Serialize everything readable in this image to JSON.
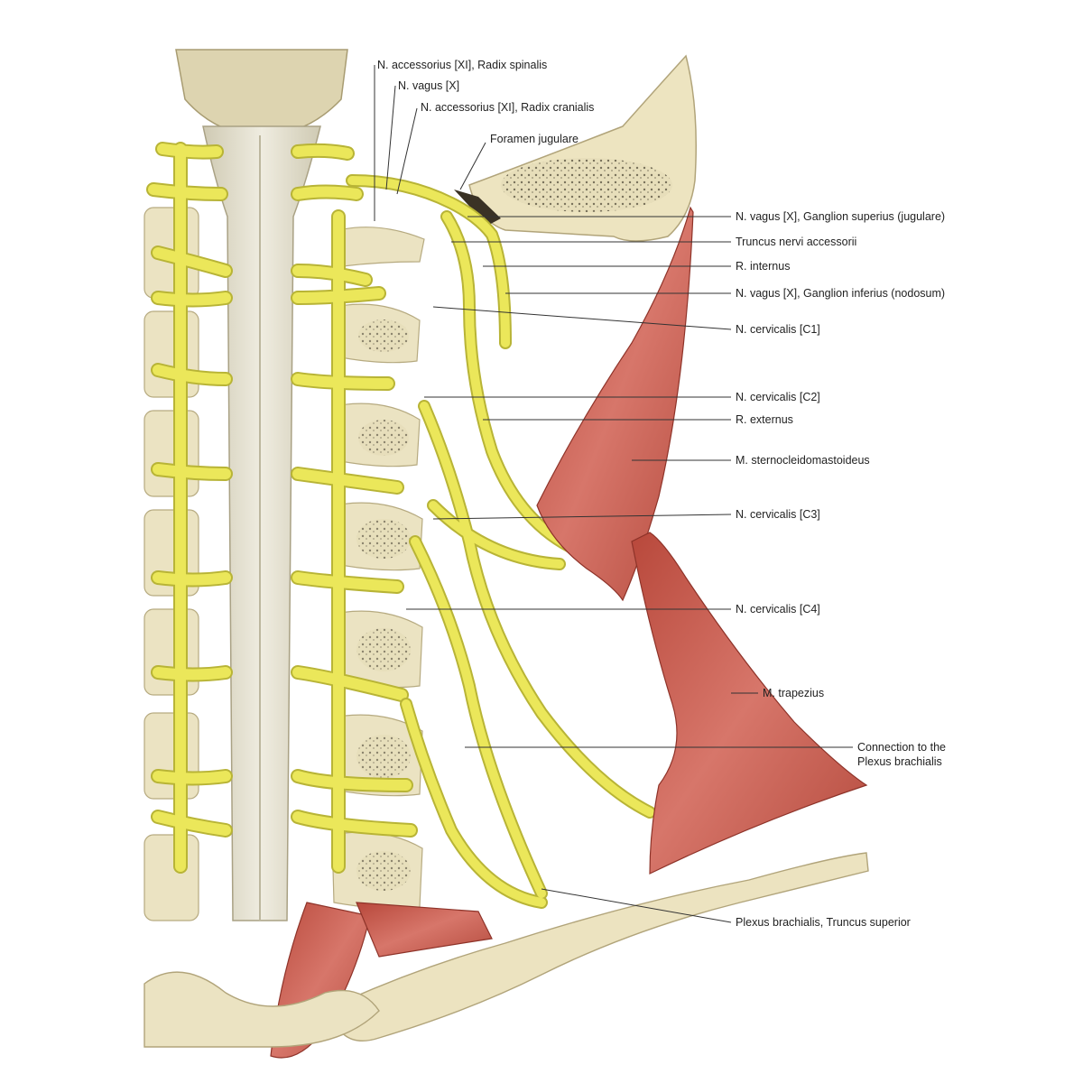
{
  "labels": {
    "accessorius_spinalis": "N. accessorius [XI], Radix spinalis",
    "vagus": "N. vagus [X]",
    "accessorius_cranialis": "N. accessorius [XI], Radix cranialis",
    "foramen_jugulare": "Foramen jugulare",
    "vagus_ganglion_superius": "N. vagus [X], Ganglion superius (jugulare)",
    "truncus_nervi_accessorii": "Truncus nervi accessorii",
    "r_internus": "R. internus",
    "vagus_ganglion_inferius": "N. vagus [X], Ganglion inferius (nodosum)",
    "cervicalis_c1": "N. cervicalis [C1]",
    "cervicalis_c2": "N. cervicalis [C2]",
    "r_externus": "R. externus",
    "m_sternocleidomastoideus": "M. sternocleidomastoideus",
    "cervicalis_c3": "N. cervicalis [C3]",
    "cervicalis_c4": "N. cervicalis [C4]",
    "m_trapezius": "M. trapezius",
    "connection_line1": "Connection to the",
    "connection_line2": "Plexus brachialis",
    "plexus_truncus_superior": "Plexus brachialis, Truncus superior"
  },
  "colors": {
    "nerve": "#ebe75a",
    "nerve_outline": "#b8b436",
    "bone": "#ece6c6",
    "bone_shadow": "#d1c79c",
    "muscle": "#c65a4c",
    "muscle_light": "#e0877a",
    "cord": "#ddd9c6"
  }
}
